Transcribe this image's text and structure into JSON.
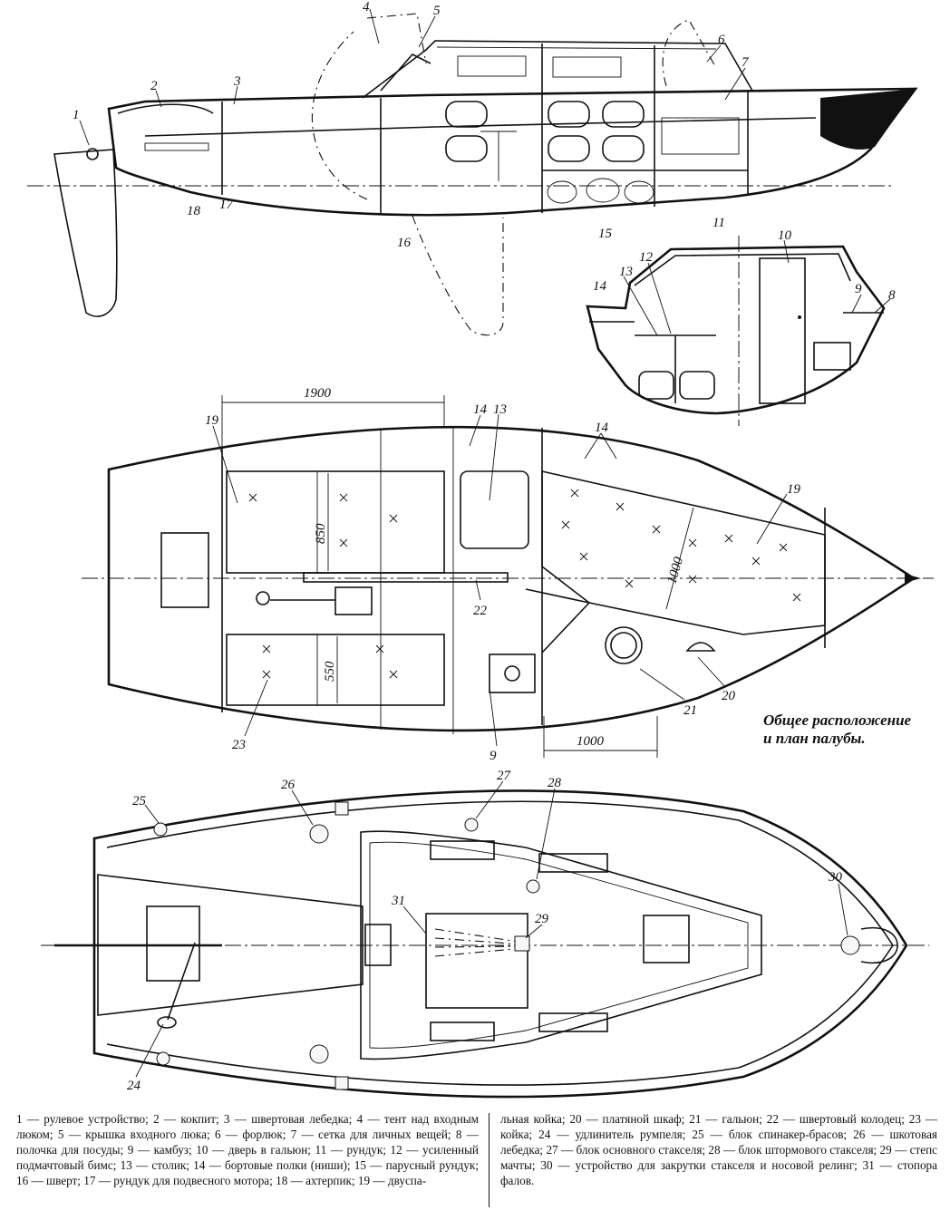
{
  "caption": {
    "line1": "Общее расположение",
    "line2": "и план палубы."
  },
  "dimensions": {
    "d1900": "1900",
    "d850": "850",
    "d550": "550",
    "d1000_diag": "1000",
    "d1000_bottom": "1000"
  },
  "labels": {
    "n1": "1",
    "n2": "2",
    "n3": "3",
    "n4": "4",
    "n5": "5",
    "n6": "6",
    "n7": "7",
    "n8": "8",
    "n9": "9",
    "n10": "10",
    "n11": "11",
    "n12": "12",
    "n13": "13",
    "n14": "14",
    "n15": "15",
    "n16": "16",
    "n17": "17",
    "n18": "18",
    "n19": "19",
    "n20": "20",
    "n21": "21",
    "n22": "22",
    "n23": "23",
    "n24": "24",
    "n25": "25",
    "n26": "26",
    "n27": "27",
    "n28": "28",
    "n29": "29",
    "n30": "30",
    "n31": "31"
  },
  "legend": {
    "left": "1 — рулевое устройство; 2 — кокпит; 3 — швертовая лебедка; 4 — тент над входным люком; 5 — крышка входного люка; 6 — форлюк; 7 — сетка для личных вещей; 8 — полочка для посуды; 9 — камбуз; 10 — дверь в гальюн; 11 — рундук; 12 — усиленный подмачтовый бимс; 13 — столик; 14 — бортовые полки (ниши); 15 — парусный рундук; 16 — шверт; 17 — рундук для подвесного мотора; 18 — ахтерпик; 19 — двуспа-",
    "right": "льная койка; 20 — платяной шкаф; 21 — гальюн; 22 — швертовый колодец; 23 — койка; 24 — удлинитель румпеля; 25 — блок спинакер-брасов; 26 — шкотовая лебедка; 27 — блок основного стакселя; 28 — блок штормового стакселя; 29 — степс мачты; 30 — устройство для закрутки стакселя и носовой релинг; 31 — стопора фалов."
  }
}
